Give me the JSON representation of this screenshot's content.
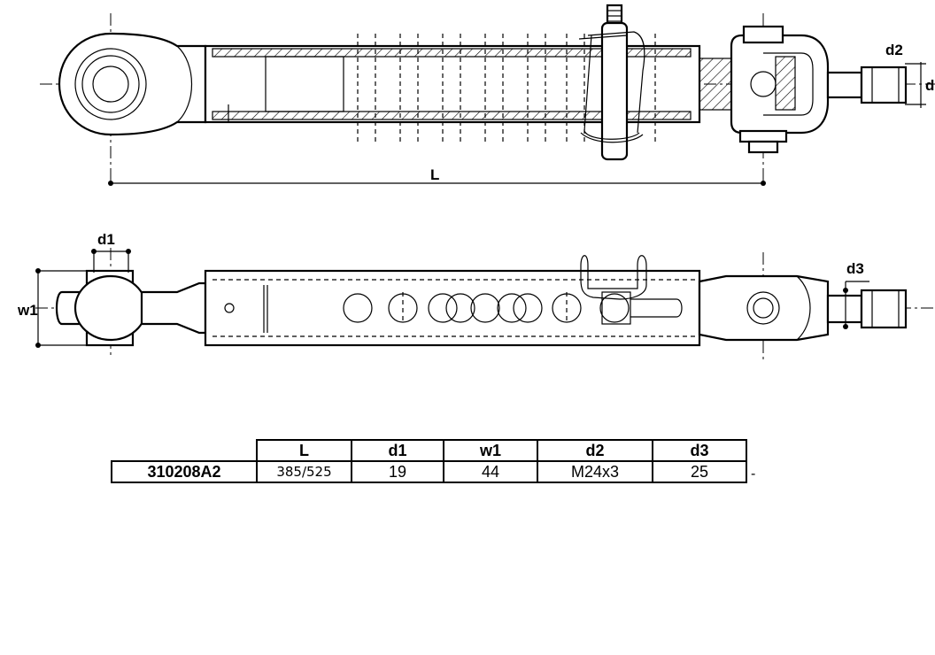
{
  "labels": {
    "L": "L",
    "d1": "d1",
    "d2": "d2",
    "d3": "d3",
    "w1": "w1",
    "d_cut": "d"
  },
  "table": {
    "headers": [
      "L",
      "d1",
      "w1",
      "d2",
      "d3"
    ],
    "part_number": "310208A2",
    "values": [
      "385/525",
      "19",
      "44",
      "M24x3",
      "25"
    ],
    "trailing": "-"
  }
}
